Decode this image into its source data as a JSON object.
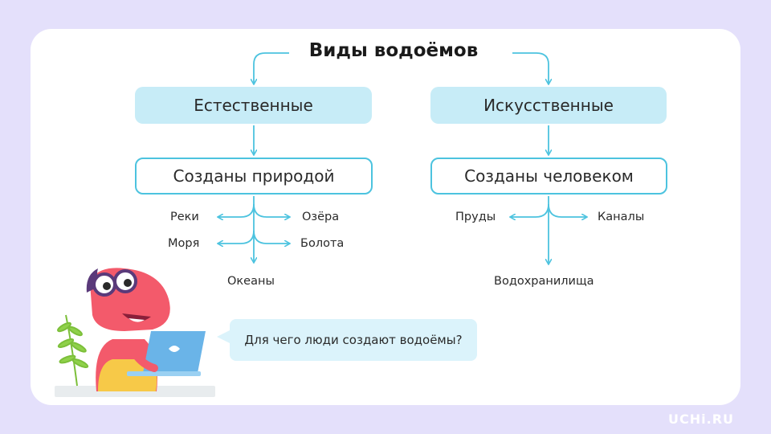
{
  "title": "Виды водоёмов",
  "categories": [
    {
      "label": "Естественные",
      "sub": "Созданы природой",
      "items": [
        "Реки",
        "Озёра",
        "Моря",
        "Болота",
        "Океаны"
      ]
    },
    {
      "label": "Искусственные",
      "sub": "Созданы человеком",
      "items": [
        "Пруды",
        "Каналы",
        "Водохранилища"
      ]
    }
  ],
  "speech": "Для чего люди создают водоёмы?",
  "brand": "UCHi.RU",
  "colors": {
    "accent": "#4cc3df",
    "category_fill": "#c7ecf7",
    "background": "#e4e0fb",
    "mascot": "#f35a6b"
  },
  "icons": [
    "dino-mascot",
    "laptop-icon",
    "fern-plant-icon"
  ]
}
